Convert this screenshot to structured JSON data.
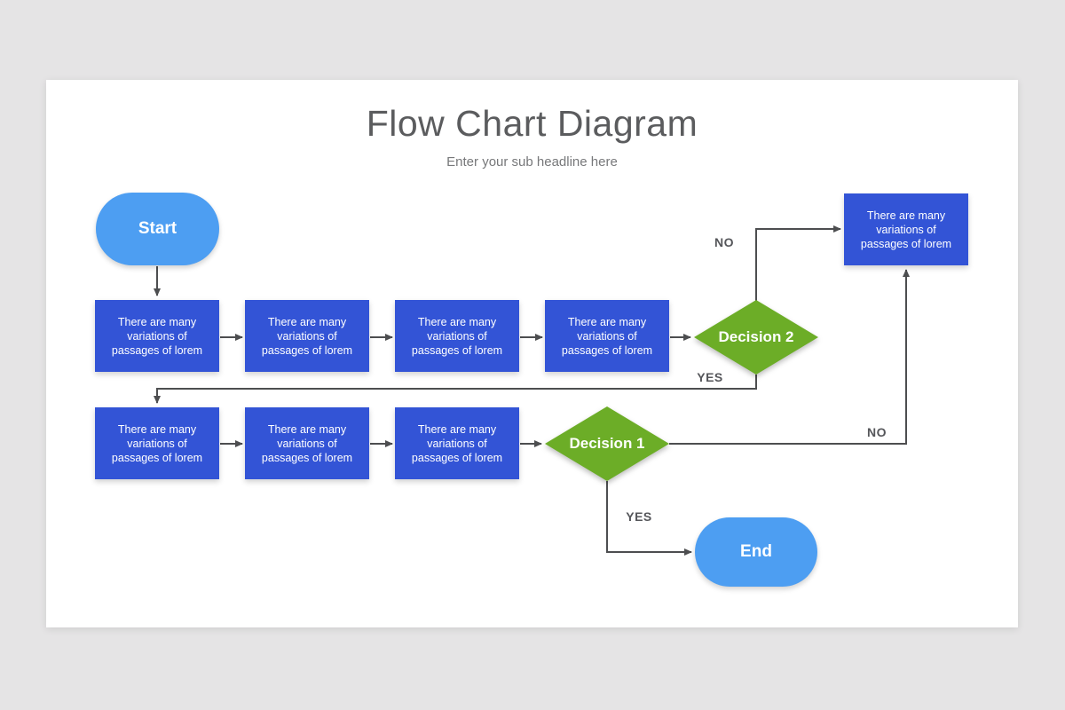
{
  "slide": {
    "title": "Flow Chart Diagram",
    "subtitle": "Enter your sub headline here"
  },
  "flowchart": {
    "start_label": "Start",
    "end_label": "End",
    "process_label": "There are many variations of passages of lorem",
    "decision_1_label": "Decision 1",
    "decision_2_label": "Decision 2",
    "edge_labels": {
      "decision2_no": "NO",
      "decision2_yes": "YES",
      "decision1_no": "NO",
      "decision1_yes": "YES"
    },
    "colors": {
      "process_fill": "#3354d6",
      "terminal_fill": "#4d9ef2",
      "decision_fill": "#6cad27",
      "connector": "#4d4e50",
      "edge_label_text": "#55565a",
      "title_text": "#5b5c5e",
      "subtitle_text": "#77787a",
      "card_background": "#ffffff",
      "page_background": "#e5e4e5"
    }
  }
}
